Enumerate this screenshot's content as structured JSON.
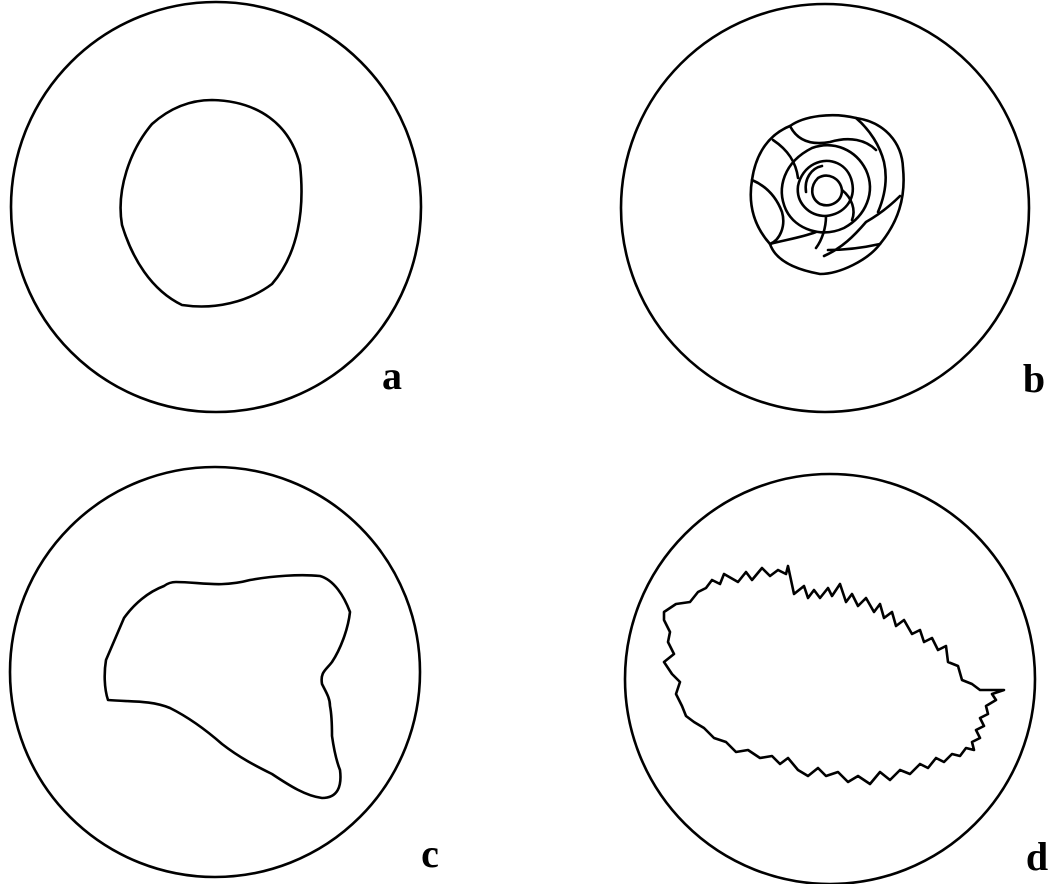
{
  "panels": [
    {
      "label": "a",
      "shape": "smooth-oval"
    },
    {
      "label": "b",
      "shape": "rosette"
    },
    {
      "label": "c",
      "shape": "irregular-smooth"
    },
    {
      "label": "d",
      "shape": "irregular-serrated"
    }
  ]
}
